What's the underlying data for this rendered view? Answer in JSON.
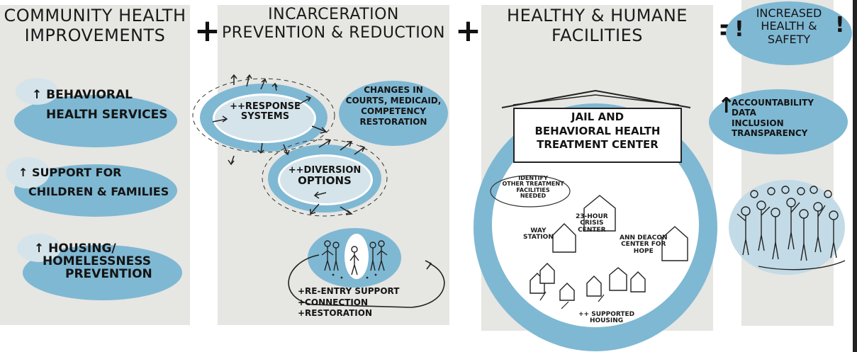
{
  "colors": {
    "panel": "#e6e6e3",
    "blue": "#7fb8d3",
    "light_blue": "#d5e4ea",
    "ink": "#1b1b1b"
  },
  "sections": {
    "community": {
      "title_line1": "COMMUNITY HEALTH",
      "title_line2": "IMPROVEMENTS",
      "items": [
        {
          "line1": "↑ BEHAVIORAL",
          "line2": "HEALTH SERVICES"
        },
        {
          "line1": "↑ SUPPORT for",
          "line2": "CHILDREN & FAMILIES"
        },
        {
          "line1": "↑ HOUSING/",
          "line2": "HOMELESSNESS",
          "line3": "PREVENTION"
        }
      ]
    },
    "incarceration": {
      "title_line1": "INCARCERATION",
      "title_line2": "PREVENTION & REDUCTION",
      "response_line1": "++RESPONSE",
      "response_line2": "SYSTEMS",
      "diversion_line1": "++DIVERSION",
      "diversion_line2": "OPTIONS",
      "changes_line1": "CHANGES IN",
      "changes_line2": "COURTS, MEDICAID,",
      "changes_line3": "COMPETENCY",
      "changes_line4": "RESTORATION",
      "reentry_line1": "+RE-ENTRY SUPPORT",
      "reentry_line2": "+CONNECTION",
      "reentry_line3": "+RESTORATION"
    },
    "facilities": {
      "title_line1": "HEALTHY & HUMANE",
      "title_line2": "FACILITIES",
      "jail_line1": "JAIL and",
      "jail_line2": "BEHAVIORAL HEALTH",
      "jail_line3": "TREATMENT CENTER",
      "identify_line1": "IDENTIFY",
      "identify_line2": "OTHER TREATMENT",
      "identify_line3": "FACILITIES",
      "identify_line4": "NEEDED",
      "way_line1": "WAY",
      "way_line2": "STATION",
      "crisis_line1": "23-HOUR",
      "crisis_line2": "CRISIS",
      "crisis_line3": "CENTER",
      "deacon_line1": "ANN DEACON",
      "deacon_line2": "CENTER for",
      "deacon_line3": "HOPE",
      "supported_line1": "++ SUPPORTED",
      "supported_line2": "HOUSING"
    },
    "outcome": {
      "title_line1": "INCREASED",
      "title_line2": "HEALTH &",
      "title_line3": "SAFETY",
      "bang_left": "!",
      "bang_right": "!",
      "arrow": "↑",
      "items": [
        "ACCOUNTABILITY",
        "DATA",
        "INCLUSION",
        "TRANSPARENCY"
      ]
    }
  },
  "operators": {
    "plus1": "+",
    "plus2": "+",
    "equals": "="
  }
}
